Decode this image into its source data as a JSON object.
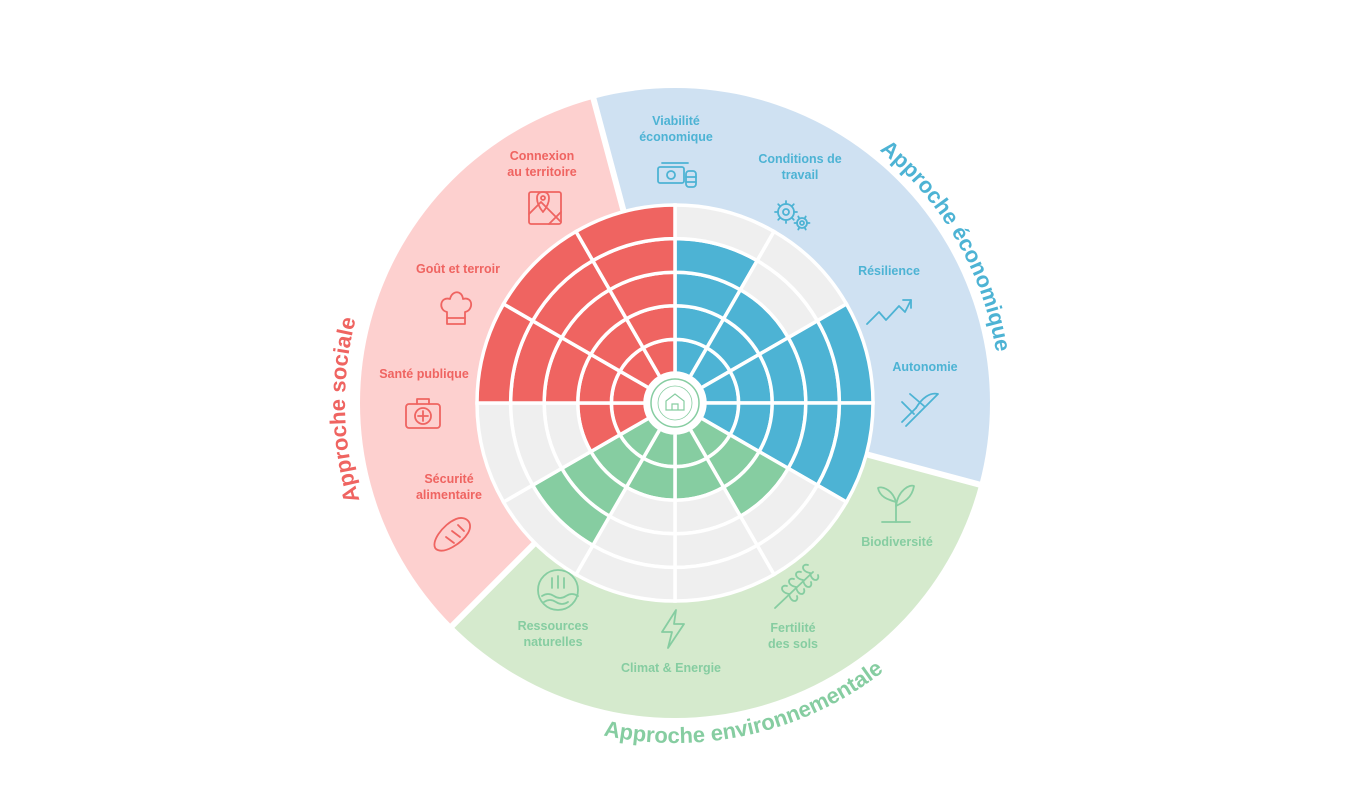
{
  "colors": {
    "social": "#ef6461",
    "social_bg": "#fdd0cf",
    "economic": "#4db3d4",
    "economic_bg": "#cfe1f2",
    "environmental": "#86cda1",
    "environmental_bg": "#d5eacd",
    "empty": "#efefef"
  },
  "approaches": [
    {
      "key": "social",
      "title": "Approche sociale"
    },
    {
      "key": "economic",
      "title": "Approche économique"
    },
    {
      "key": "environmental",
      "title": "Approche environnementale"
    }
  ],
  "criteria": [
    {
      "group": "economic",
      "lines": [
        "Viabilité",
        "économique"
      ],
      "icon": "money-icon",
      "score": 4
    },
    {
      "group": "economic",
      "lines": [
        "Conditions de",
        "travail"
      ],
      "icon": "gears-icon",
      "score": 3
    },
    {
      "group": "economic",
      "lines": [
        "Résilience"
      ],
      "icon": "trend-up-icon",
      "score": 5
    },
    {
      "group": "economic",
      "lines": [
        "Autonomie"
      ],
      "icon": "pruning-shears-icon",
      "score": 5
    },
    {
      "group": "environmental",
      "lines": [
        "Biodiversité"
      ],
      "icon": "sprout-icon",
      "score": 3
    },
    {
      "group": "environmental",
      "lines": [
        "Fertilité",
        "des sols"
      ],
      "icon": "wheat-icon",
      "score": 2
    },
    {
      "group": "environmental",
      "lines": [
        "Climat & Energie"
      ],
      "icon": "lightning-icon",
      "score": 2
    },
    {
      "group": "environmental",
      "lines": [
        "Ressources",
        "naturelles"
      ],
      "icon": "water-resources-icon",
      "score": 4
    },
    {
      "group": "social",
      "lines": [
        "Sécurité",
        "alimentaire"
      ],
      "icon": "bread-icon",
      "score": 2
    },
    {
      "group": "social",
      "lines": [
        "Santé publique"
      ],
      "icon": "first-aid-kit-icon",
      "score": 5
    },
    {
      "group": "social",
      "lines": [
        "Goût et terroir"
      ],
      "icon": "chef-hat-icon",
      "score": 5
    },
    {
      "group": "social",
      "lines": [
        "Connexion",
        "au territoire"
      ],
      "icon": "map-pin-icon",
      "score": 5
    }
  ],
  "max_score": 5,
  "center_logo": "farm-seal-icon"
}
